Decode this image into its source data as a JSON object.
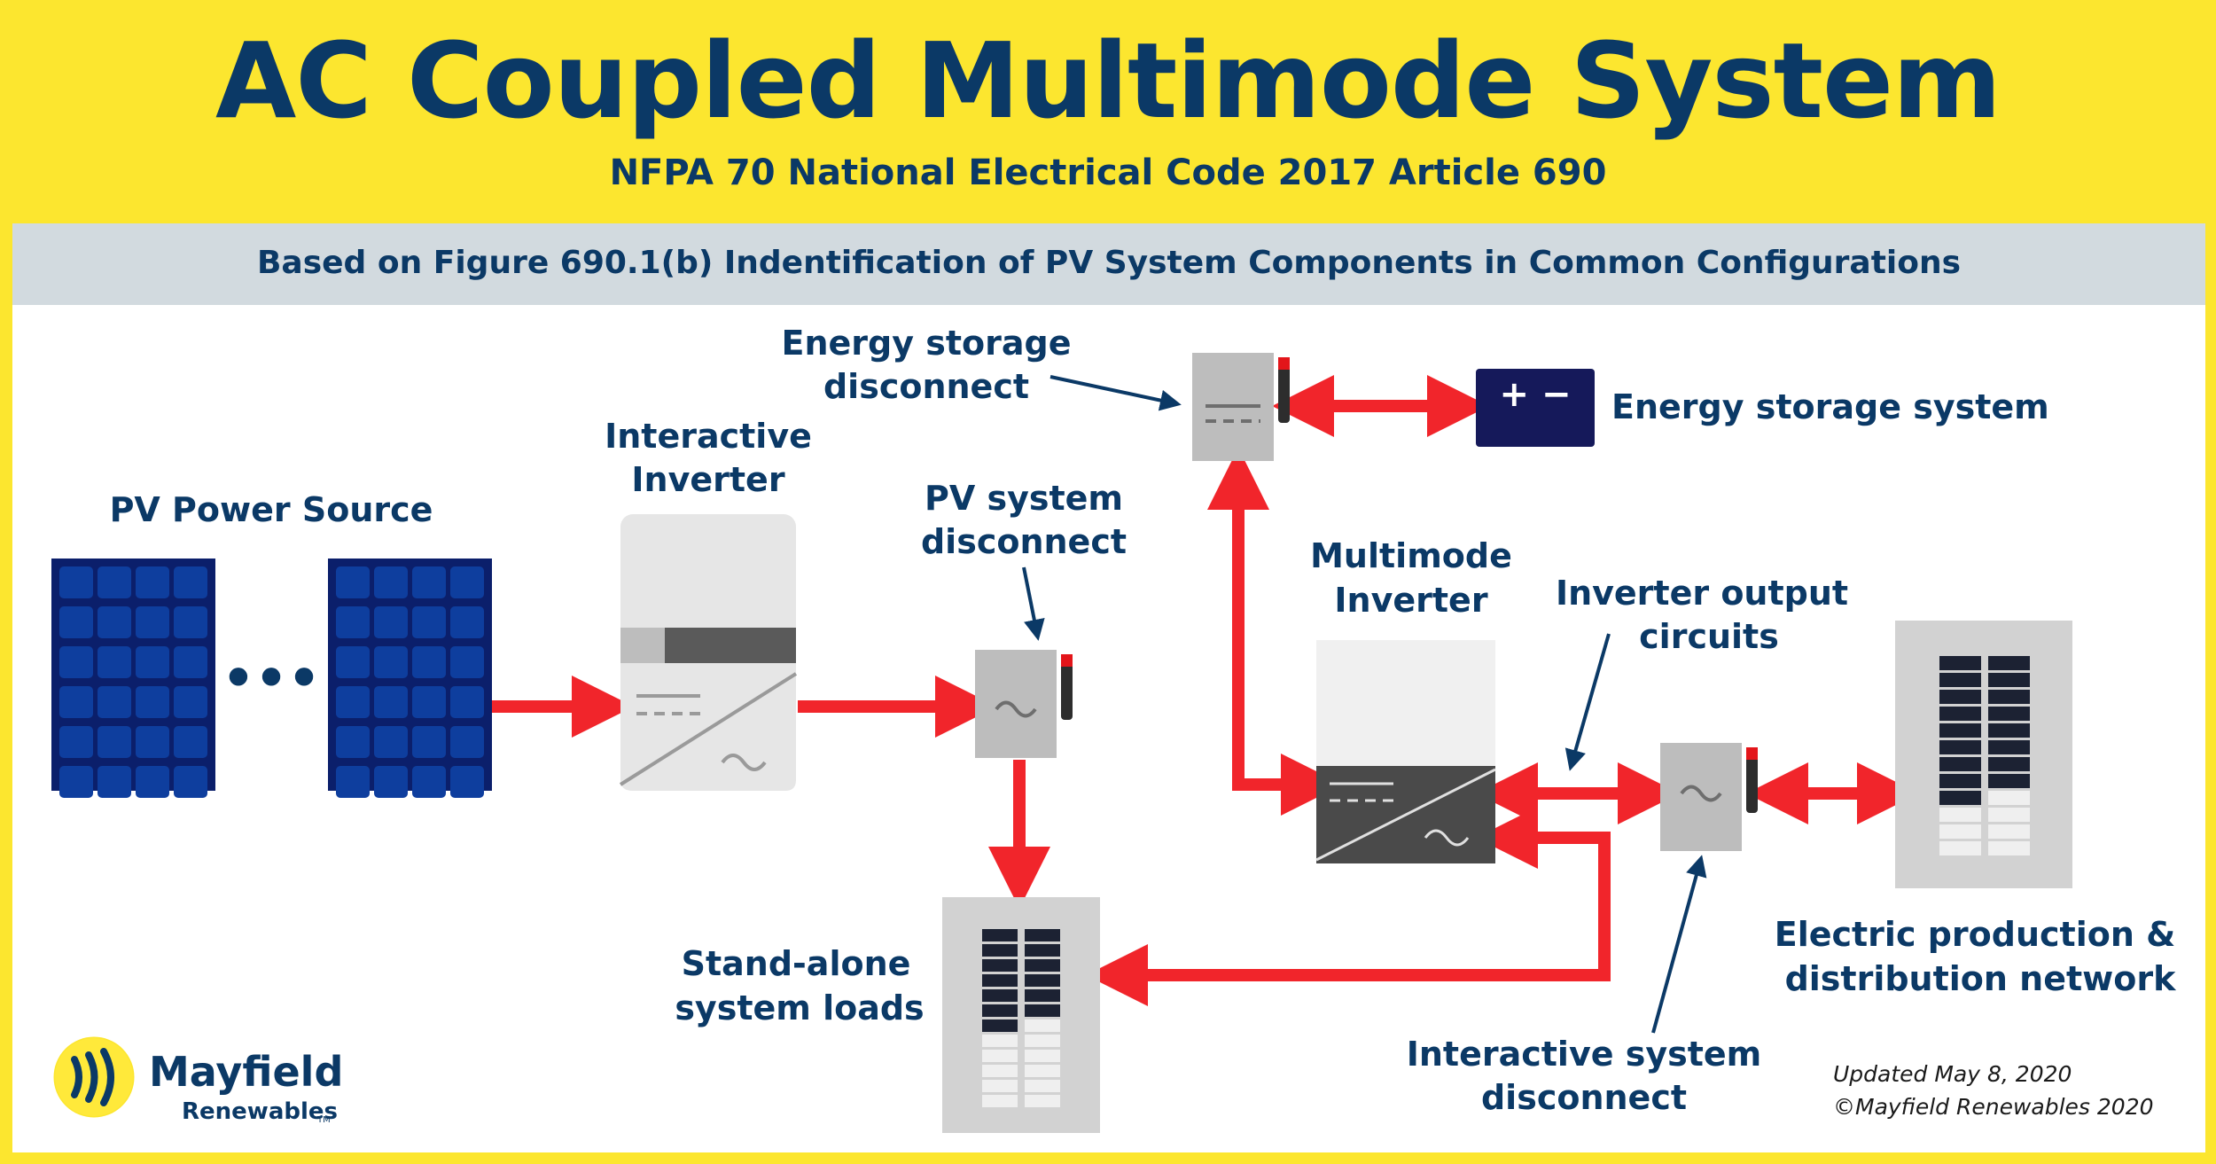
{
  "title": "AC Coupled Multimode System",
  "subtitle": "NFPA 70 National Electrical Code 2017 Article 690",
  "banner": "Based on Figure 690.1(b) Indentification of PV System Components in Common Configurations",
  "labels": {
    "pv_source": "PV Power Source",
    "interactive_inverter": [
      "Interactive",
      "Inverter"
    ],
    "pv_disconnect": [
      "PV system",
      "disconnect"
    ],
    "energy_storage_disconnect": [
      "Energy storage",
      "disconnect"
    ],
    "energy_storage_system": "Energy storage system",
    "multimode_inverter": [
      "Multimode",
      "Inverter"
    ],
    "inverter_output_circuits": [
      "Inverter output",
      "circuits"
    ],
    "standalone_loads": [
      "Stand-alone",
      "system loads"
    ],
    "interactive_disconnect": [
      "Interactive system",
      "disconnect"
    ],
    "grid": [
      "Electric production &",
      "distribution network"
    ]
  },
  "battery_symbols": "+ −",
  "ellipsis": "•••",
  "footer": {
    "updated": "Updated May 8, 2020",
    "copyright": "©Mayfield Renewables 2020"
  },
  "logo": {
    "name": "Mayfield",
    "sub": "Renewables",
    "tm": "TM"
  },
  "colors": {
    "background": "#FCE62F",
    "navy": "#0B3966",
    "arrow": "#F1252B",
    "equipment_gray": "#B9B9B9",
    "panel_blue": "#0E3E9E"
  }
}
